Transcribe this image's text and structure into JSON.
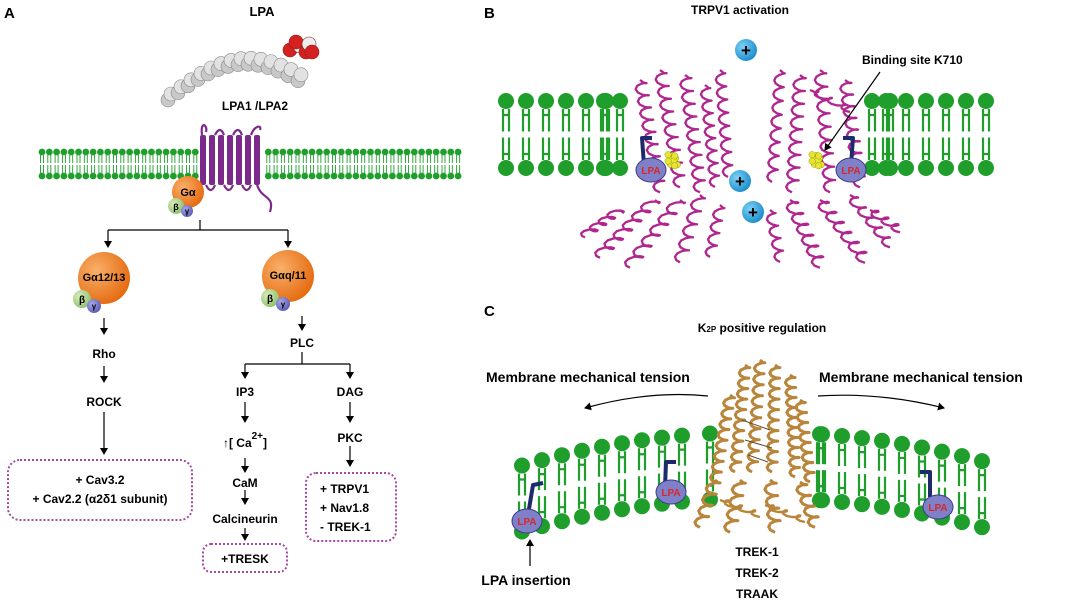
{
  "panel_a": {
    "letter": "A",
    "title": "LPA",
    "receptor": "LPA1 /LPA2",
    "g_alpha": "Gα",
    "beta": "β",
    "gamma": "γ",
    "g12": "Gα12/13",
    "gq": "Gαq/11",
    "rho": "Rho",
    "rock": "ROCK",
    "plc": "PLC",
    "ip3": "IP3",
    "dag": "DAG",
    "ca_prefix": "↑[ Ca",
    "ca_sup": "2+",
    "ca_suffix": "]",
    "cam": "CaM",
    "calcineurin": "Calcineurin",
    "pkc": "PKC",
    "cav_box": [
      "+ Cav3.2",
      "+ Cav2.2 (α2δ1 subunit)"
    ],
    "tresk_box": "+TRESK",
    "trpv_box": [
      "+ TRPV1",
      "+ Nav1.8",
      "- TREK-1"
    ]
  },
  "panel_b": {
    "letter": "B",
    "title": "TRPV1 activation",
    "binding_site": "Binding site K710",
    "lpa": "LPA",
    "plus": "+"
  },
  "panel_c": {
    "letter": "C",
    "title_main": "K",
    "title_sub": "2P",
    "title_rest": " positive regulation",
    "tension_left": "Membrane mechanical tension",
    "tension_right": "Membrane mechanical tension",
    "lpa": "LPA",
    "insertion": "LPA insertion",
    "channels": [
      "TREK-1",
      "TREK-2",
      "TRAAK"
    ]
  },
  "colors": {
    "membrane_green": "#1f9e2c",
    "protein_magenta": "#b0268f",
    "protein_gold": "#b8853a",
    "g_protein_orange": "#ef7d22",
    "lpa_blue": "#7f80c8",
    "lpa_text_red": "#d42a2a",
    "ion_blue": "#2aa0dc",
    "box_border": "#a44aa6",
    "receptor_purple": "#7b2a8c"
  }
}
